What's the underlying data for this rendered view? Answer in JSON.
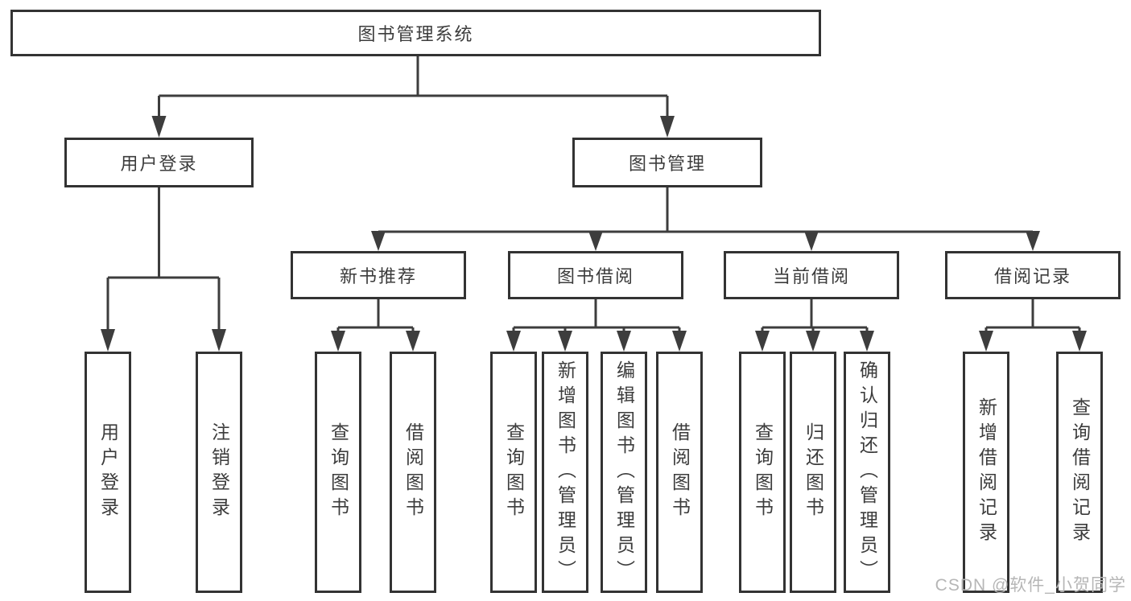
{
  "root": {
    "label": "图书管理系统"
  },
  "login": {
    "label": "用户登录",
    "children": [
      {
        "label": "用户登录"
      },
      {
        "label": "注销登录"
      }
    ]
  },
  "mgmt": {
    "label": "图书管理",
    "recommend": {
      "label": "新书推荐",
      "children": [
        {
          "label": "查询图书"
        },
        {
          "label": "借阅图书"
        }
      ]
    },
    "borrow": {
      "label": "图书借阅",
      "children": [
        {
          "label": "查询图书"
        },
        {
          "label": "新增图书（管理员）"
        },
        {
          "label": "编辑图书（管理员）"
        },
        {
          "label": "借阅图书"
        }
      ]
    },
    "current": {
      "label": "当前借阅",
      "children": [
        {
          "label": "查询图书"
        },
        {
          "label": "归还图书"
        },
        {
          "label": "确认归还（管理员）"
        }
      ]
    },
    "records": {
      "label": "借阅记录",
      "children": [
        {
          "label": "新增借阅记录"
        },
        {
          "label": "查询借阅记录"
        }
      ]
    }
  },
  "watermark": {
    "text": "CSDN @软件_小贺同学"
  },
  "colors": {
    "line": "#3d3d3d",
    "border": "#333333",
    "text": "#3c3c3c",
    "watermark": "#b6b6b6",
    "background": "#ffffff"
  }
}
